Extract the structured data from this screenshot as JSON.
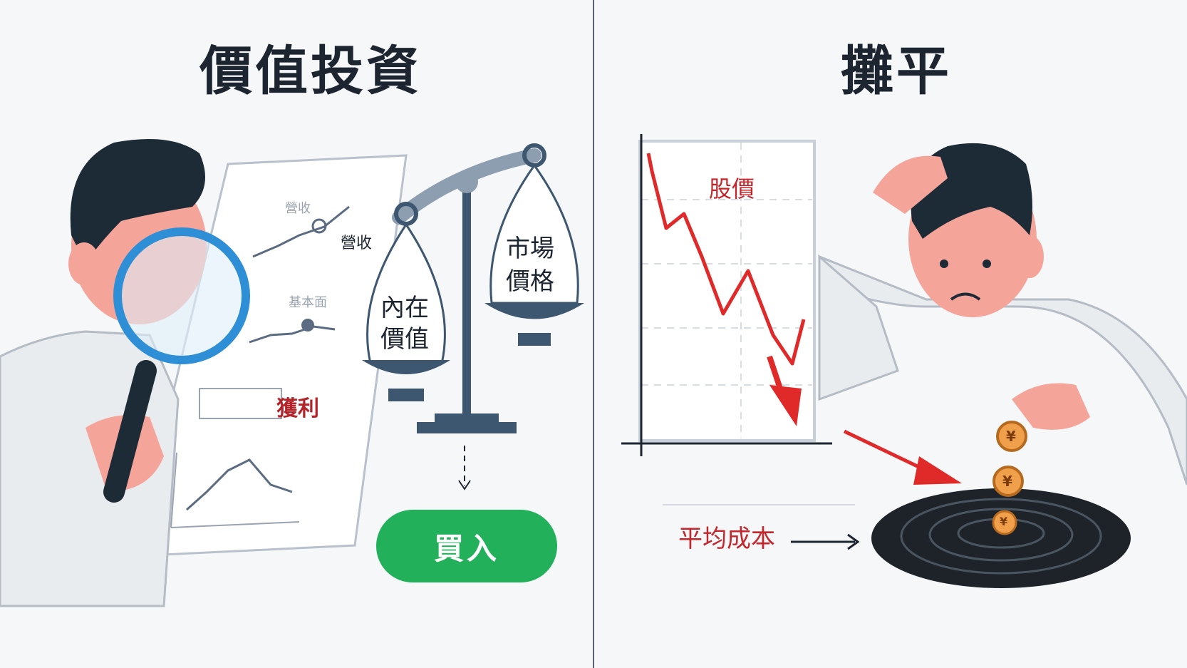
{
  "left": {
    "title": "價值投資",
    "report_labels": {
      "revenue_faded": "營收",
      "revenue_tag": "營收",
      "fundamentals": "基本面",
      "profit": "獲利"
    },
    "scale": {
      "left_pan": "內在\n價值",
      "right_pan": "市場\n價格"
    },
    "buy_button": "買入"
  },
  "right": {
    "title": "攤平",
    "chart_label": "股價",
    "avg_cost_label": "平均成本",
    "coin_symbol": "¥"
  },
  "colors": {
    "accent_red": "#e02a2a",
    "buy_green": "#22b15a",
    "magnifier_blue": "#2e8fd6",
    "dark": "#1c2530"
  }
}
